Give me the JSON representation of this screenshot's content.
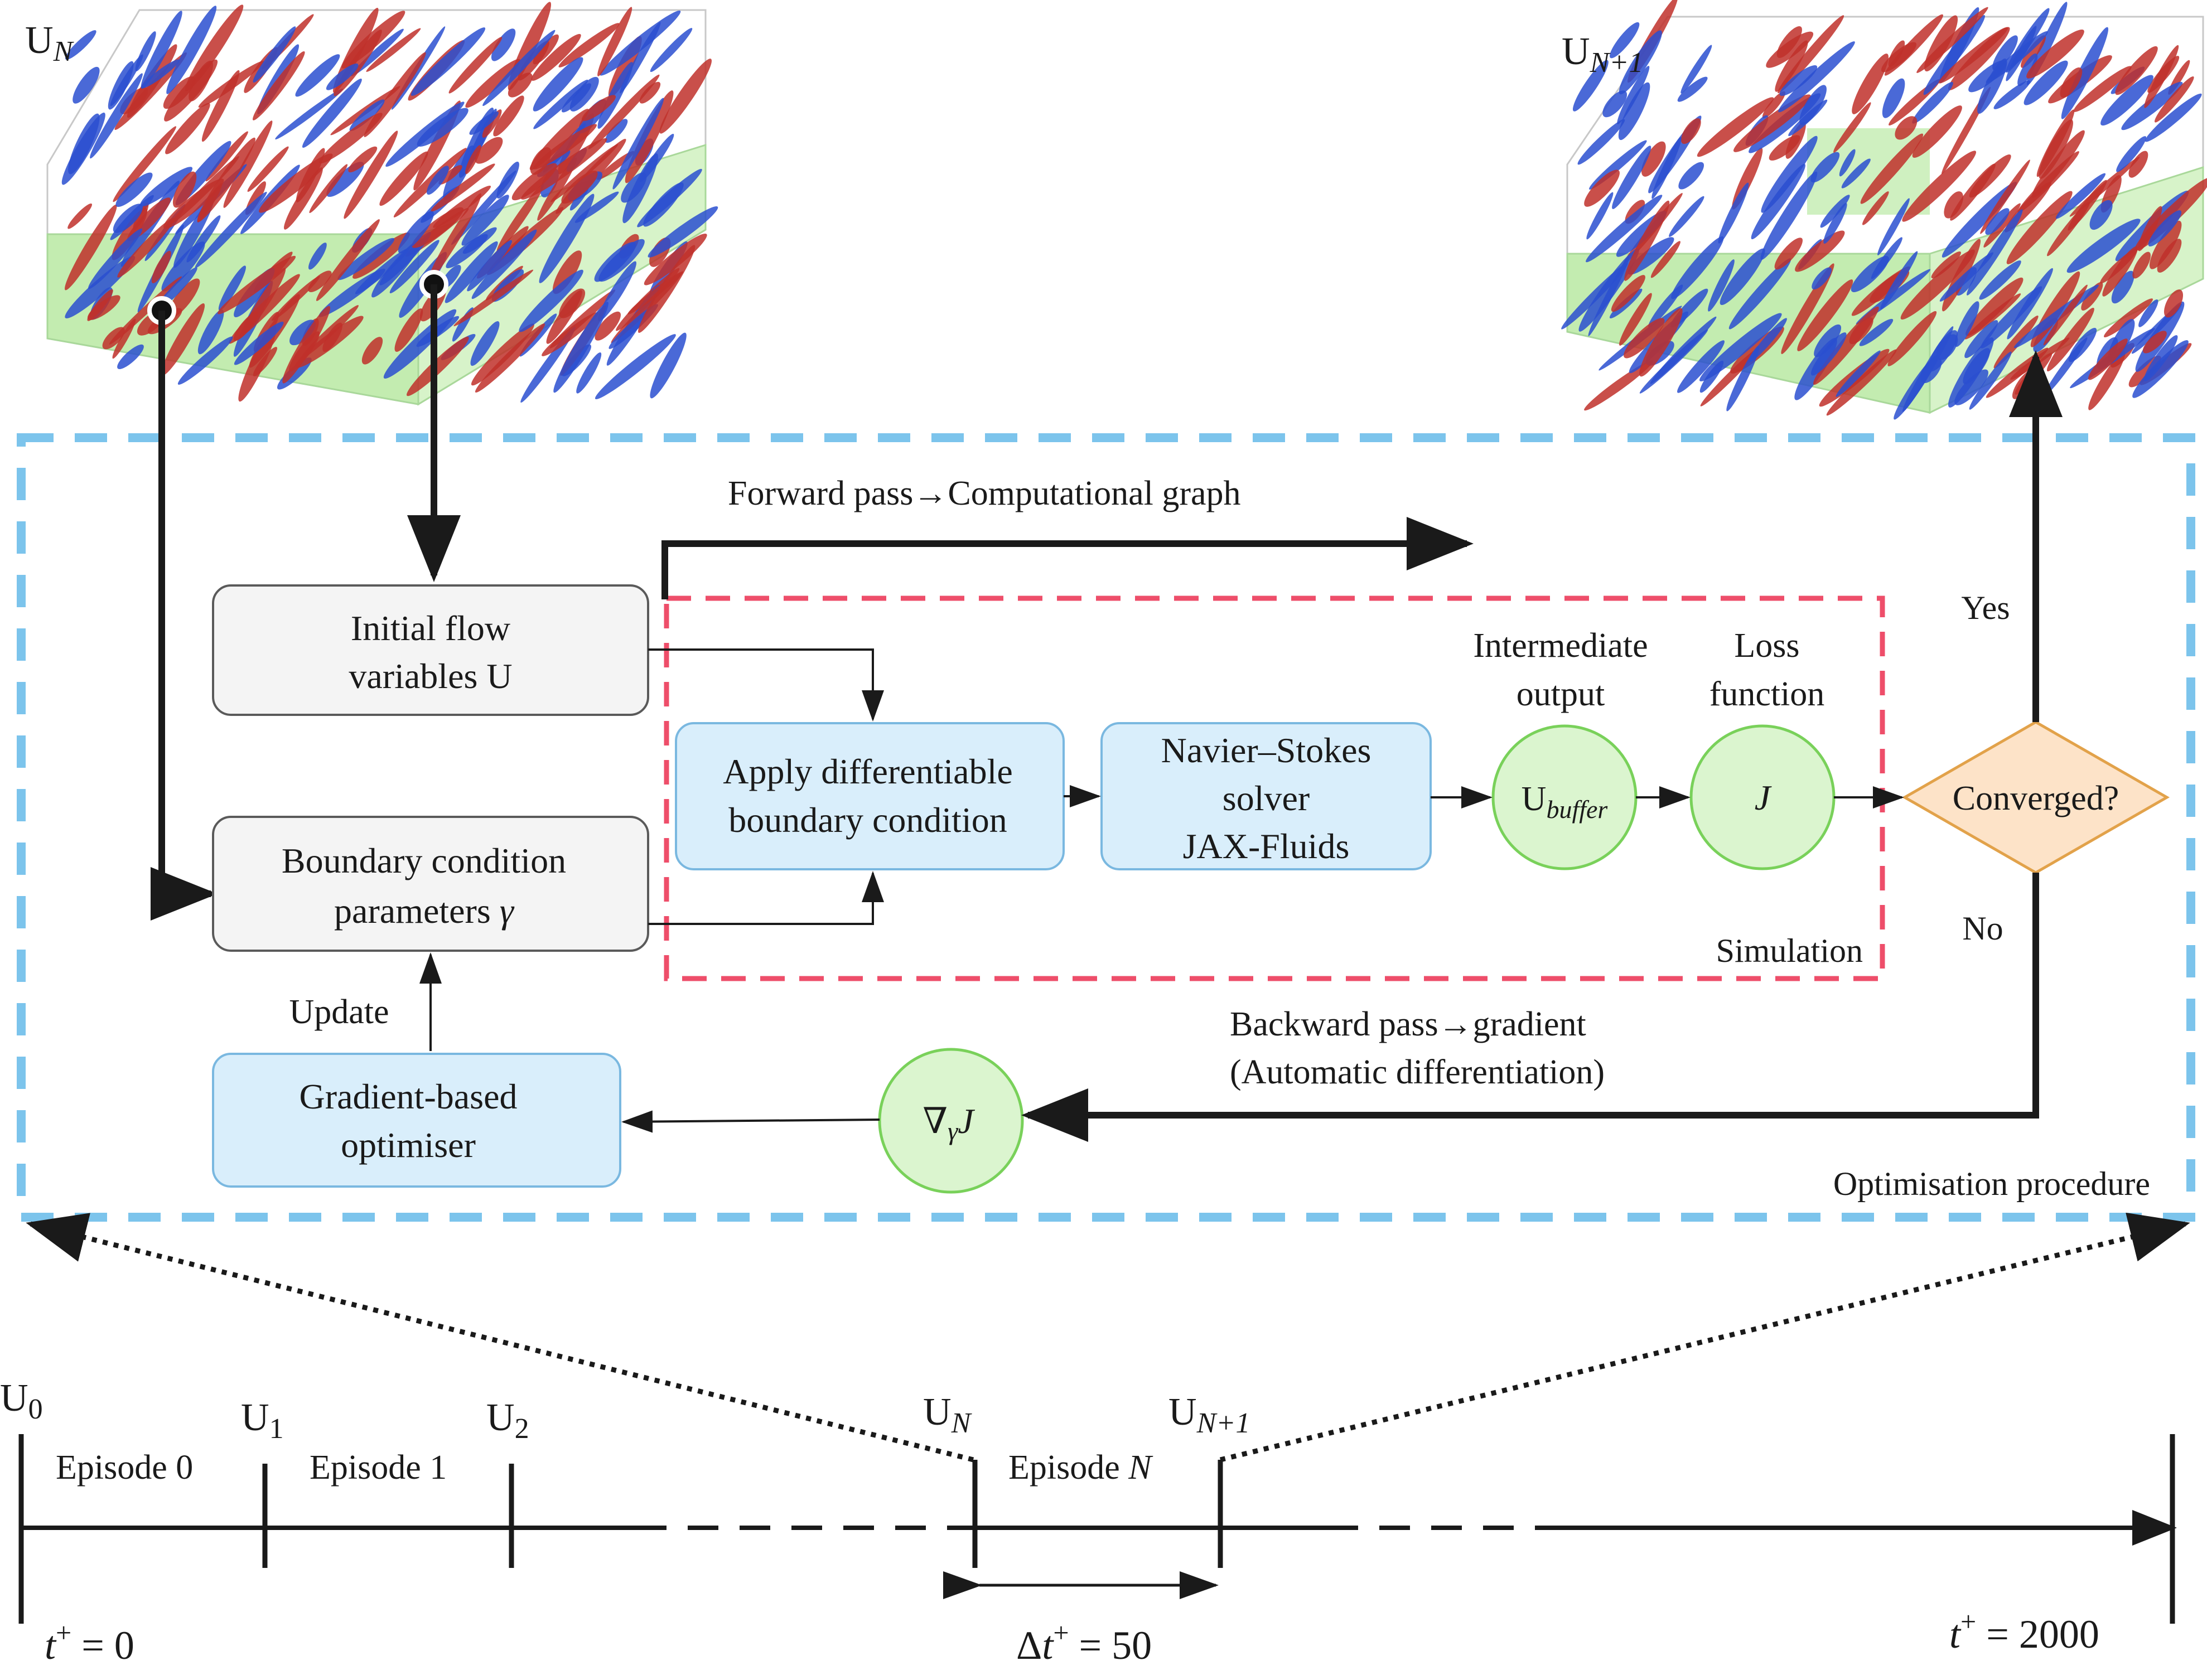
{
  "flows": {
    "left_label": {
      "base": "U",
      "sub": "N"
    },
    "right_label": {
      "base": "U",
      "sub": "N+1"
    }
  },
  "top_arrow_label": "Forward pass→Computational graph",
  "nodes": {
    "initial_flow": [
      "Initial flow",
      "variables U"
    ],
    "bc_params": {
      "line1": "Boundary condition",
      "line2_text": "parameters ",
      "line2_symbol": "γ"
    },
    "apply_bc": [
      "Apply differentiable",
      "boundary condition"
    ],
    "ns_solver": [
      "Navier–Stokes",
      "solver",
      "JAX-Fluids"
    ],
    "u_buffer": {
      "base": "U",
      "sub": "buffer"
    },
    "loss": "J",
    "converged": "Converged?",
    "optimiser": [
      "Gradient-based",
      "optimiser"
    ],
    "grad": {
      "nabla": "∇",
      "sub": "γ",
      "base": "J"
    }
  },
  "labels": {
    "intermediate": [
      "Intermediate",
      "output"
    ],
    "loss_fn": [
      "Loss",
      "function"
    ],
    "simulation": "Simulation",
    "yes": "Yes",
    "no": "No",
    "update": "Update",
    "backward": [
      "Backward pass→gradient",
      "(Automatic differentiation)"
    ],
    "optimisation_procedure": "Optimisation procedure"
  },
  "timeline": {
    "states": [
      {
        "base": "U",
        "sub": "0"
      },
      {
        "base": "U",
        "sub": "1"
      },
      {
        "base": "U",
        "sub": "2"
      },
      {
        "base": "U",
        "sub": "N"
      },
      {
        "base": "U",
        "sub": "N+1"
      }
    ],
    "episodes": [
      {
        "text": "Episode 0",
        "italic": ""
      },
      {
        "text": "Episode 1",
        "italic": ""
      },
      {
        "text": "Episode ",
        "italic": "N"
      }
    ],
    "start": {
      "var": "t",
      "sup": "+",
      "rest": " = 0"
    },
    "end": {
      "var": "t",
      "sup": "+",
      "rest": " = 2000"
    },
    "delta": {
      "prefix": "Δ",
      "var": "t",
      "sup": "+",
      "rest": " = 50"
    }
  },
  "colors": {
    "outer_dash": "#7cc4ec",
    "sim_dash": "#ee4e6a",
    "box_gray_fill": "#f4f4f4",
    "box_gray_stroke": "#5a5a5a",
    "box_blue_fill": "#d9eefb",
    "box_blue_stroke": "#7ab8e0",
    "circle_fill": "#dbf5cf",
    "circle_stroke": "#79d15a",
    "diamond_fill": "#fde3c8",
    "diamond_stroke": "#e2a24a",
    "box_green": "#c3ecb0",
    "vortex_red": "#c0302a",
    "vortex_blue": "#2a4fd0"
  }
}
